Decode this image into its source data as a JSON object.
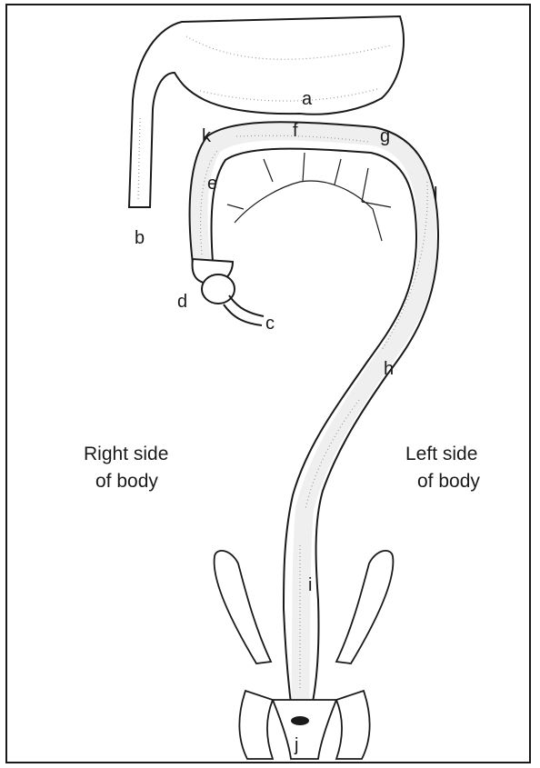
{
  "labels": {
    "a": "a",
    "b": "b",
    "c": "c",
    "d": "d",
    "e": "e",
    "f": "f",
    "g": "g",
    "h": "h",
    "i": "i",
    "j": "j",
    "k": "k",
    "l": "l"
  },
  "sides": {
    "right_line1": "Right side",
    "right_line2": "of body",
    "left_line1": "Left side",
    "left_line2": "of body"
  }
}
